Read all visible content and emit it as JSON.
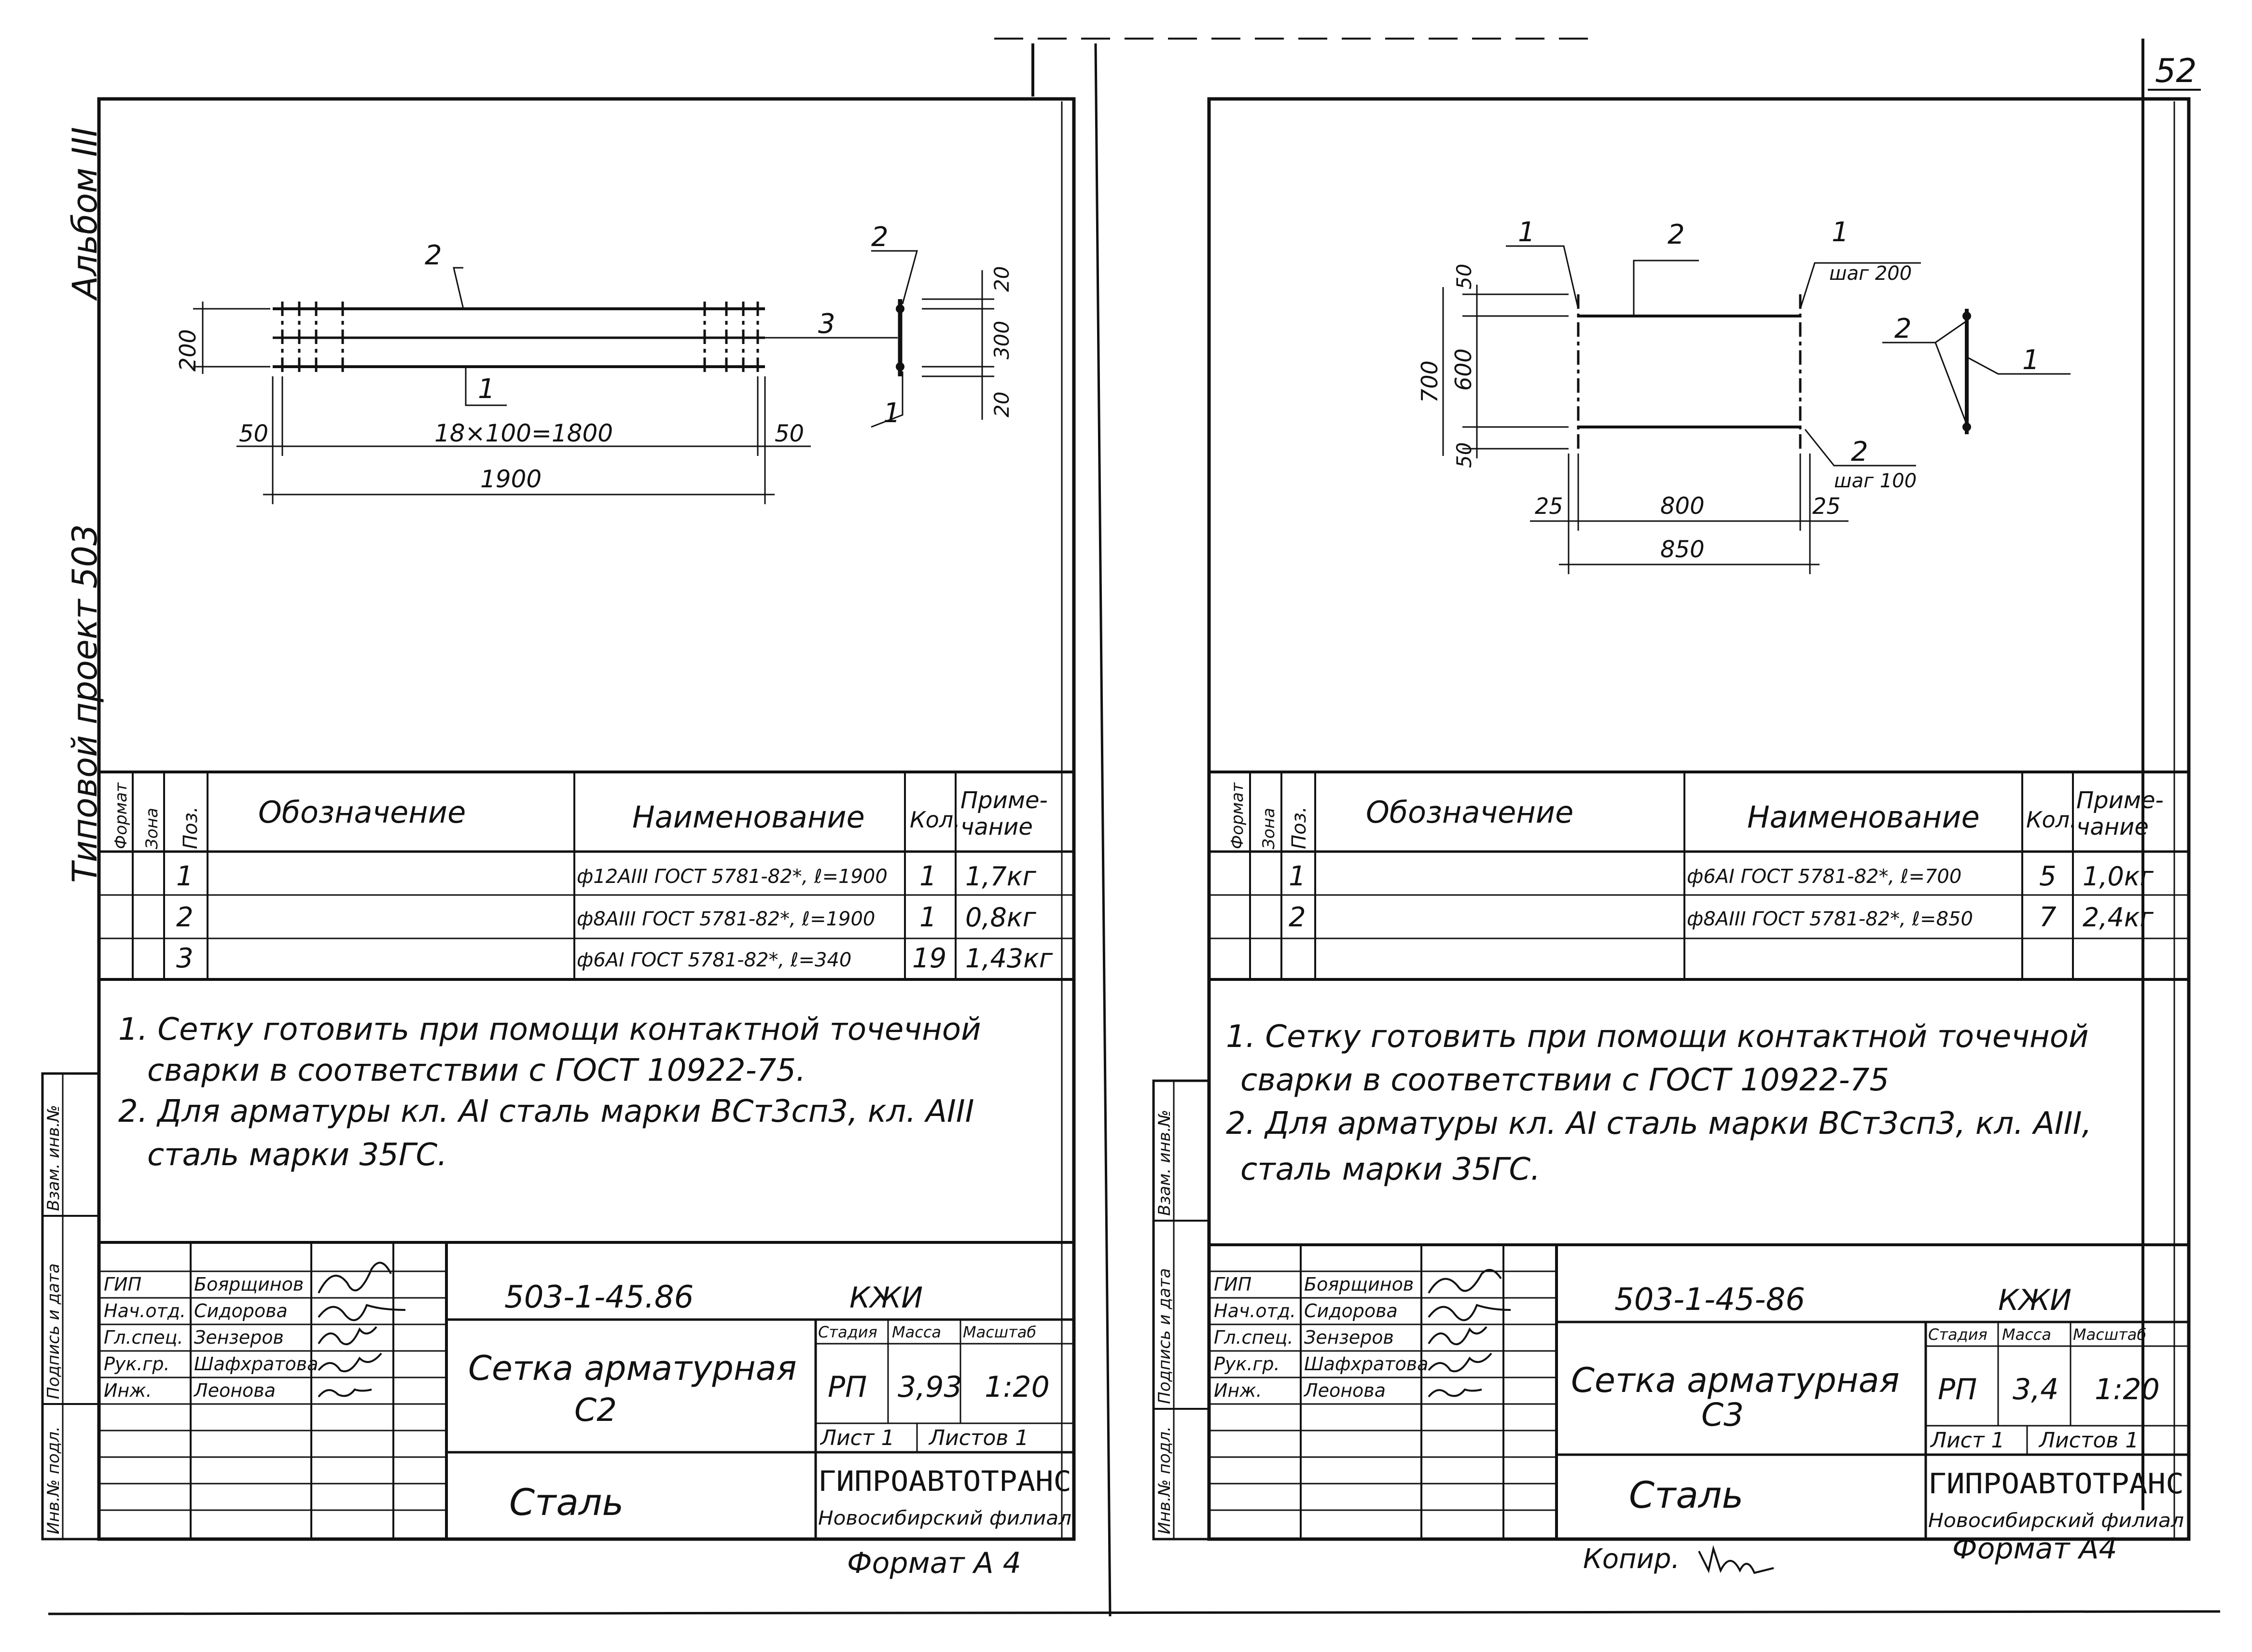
{
  "page": {
    "page_number": "52",
    "spine_label": "Типовой проект 503",
    "album_label": "Альбом III",
    "copy_label": "Копир.",
    "format_left": "Формат А 4",
    "format_right": "Формат А4"
  },
  "side_stamp": [
    "Инв.№ подл.",
    "Подпись и дата",
    "Взам. инв.№"
  ],
  "table_headers": {
    "format": "Формат",
    "zone": "Зона",
    "pos": "Поз.",
    "designation": "Обозначение",
    "name": "Наименование",
    "qty": "Кол.",
    "note": "Приме-\nчание"
  },
  "title_roles": [
    "ГИП",
    "Нач.отд.",
    "Гл.спец.",
    "Рук.гр.",
    "Инж."
  ],
  "sheets": [
    {
      "drawing": {
        "dim_200": "200",
        "dim_pitch": "18×100=1800",
        "dim_total": "1900",
        "dim_left": "50",
        "dim_right": "50",
        "pos_top": "2",
        "pos_bottom": "1",
        "pos_3": "3",
        "sec_pos_2": "2",
        "sec_pos_1": "1",
        "sec_20a": "20",
        "sec_300": "300",
        "sec_20b": "20"
      },
      "table_rows": [
        {
          "pos": "1",
          "name": "ф12АIII ГОСТ 5781-82*, ℓ=1900",
          "qty": "1",
          "note": "1,7кг"
        },
        {
          "pos": "2",
          "name": "ф8АIII ГОСТ 5781-82*, ℓ=1900",
          "qty": "1",
          "note": "0,8кг"
        },
        {
          "pos": "3",
          "name": "ф6АI ГОСТ 5781-82*, ℓ=340",
          "qty": "19",
          "note": "1,43кг"
        }
      ],
      "notes": [
        "1. Сетку готовить при помощи контактной точечной",
        "сварки в соответствии с ГОСТ 10922-75.",
        "2. Для арматуры кл. АI сталь марки ВСт3сп3, кл. АIII",
        "сталь марки 35ГС."
      ],
      "title_block": {
        "code": "503-1-45.86",
        "suffix": "КЖИ",
        "names": [
          "Боярщинов",
          "Сидорова",
          "Зензеров",
          "Шафхратова",
          "Леонова"
        ],
        "title": "Сетка арматурная",
        "mark": "С2",
        "stage_label": "Стадия",
        "mass_label": "Масса",
        "scale_label": "Масштаб",
        "stage": "РП",
        "mass": "3,93",
        "scale": "1:20",
        "sheet": "Лист 1",
        "sheets": "Листов 1",
        "material": "Сталь",
        "org": "ГИПРОАВТОТРАНС",
        "branch": "Новосибирский филиал"
      }
    },
    {
      "drawing": {
        "dim_50a": "50",
        "dim_600": "600",
        "dim_700": "700",
        "dim_50b": "50",
        "dim_25a": "25",
        "dim_800": "800",
        "dim_25b": "25",
        "dim_850": "850",
        "pos_1_tl": "1",
        "pos_2_top": "2",
        "pos_1_tr": "1",
        "step_200": "шаг 200",
        "pos_2_br": "2",
        "step_100": "шаг 100",
        "sec_pos_2": "2",
        "sec_pos_1": "1"
      },
      "table_rows": [
        {
          "pos": "1",
          "name": "ф6АI ГОСТ 5781-82*, ℓ=700",
          "qty": "5",
          "note": "1,0кг"
        },
        {
          "pos": "2",
          "name": "ф8АIII ГОСТ 5781-82*, ℓ=850",
          "qty": "7",
          "note": "2,4кг"
        }
      ],
      "notes": [
        "1. Сетку готовить при помощи контактной точечной",
        "сварки в соответствии с ГОСТ 10922-75",
        "2. Для арматуры кл. АI сталь марки ВСт3сп3, кл. АIII,",
        "сталь марки 35ГС."
      ],
      "title_block": {
        "code": "503-1-45-86",
        "suffix": "КЖИ",
        "names": [
          "Боярщинов",
          "Сидорова",
          "Зензеров",
          "Шафхратова",
          "Леонова"
        ],
        "title": "Сетка арматурная",
        "mark": "С3",
        "stage_label": "Стадия",
        "mass_label": "Масса",
        "scale_label": "Масштаб",
        "stage": "РП",
        "mass": "3,4",
        "scale": "1:20",
        "sheet": "Лист 1",
        "sheets": "Листов 1",
        "material": "Сталь",
        "org": "ГИПРОАВТОТРАНС",
        "branch": "Новосибирский филиал"
      }
    }
  ]
}
